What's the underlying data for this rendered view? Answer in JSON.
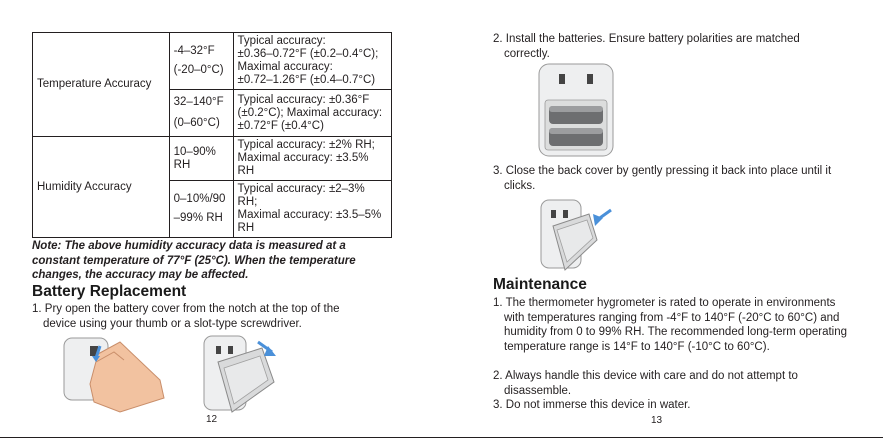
{
  "left_page": {
    "table": {
      "rows": [
        {
          "param": "Temperature Accuracy",
          "subrows": [
            {
              "range": [
                "-4–32°F",
                "(-20–0°C)"
              ],
              "accuracy": [
                "Typical accuracy:",
                "±0.36–0.72°F (±0.2–0.4°C);",
                "Maximal accuracy:",
                "±0.72–1.26°F (±0.4–0.7°C)"
              ]
            },
            {
              "range": [
                "32–140°F",
                "(0–60°C)"
              ],
              "accuracy": [
                "Typical accuracy: ±0.36°F",
                "(±0.2°C); Maximal accuracy:",
                "±0.72°F (±0.4°C)"
              ]
            }
          ]
        },
        {
          "param": "Humidity Accuracy",
          "subrows": [
            {
              "range": [
                "10–90%",
                "RH"
              ],
              "accuracy": [
                "Typical accuracy: ±2% RH;",
                "Maximal accuracy: ±3.5% RH"
              ]
            },
            {
              "range": [
                "0–10%/90",
                "–99% RH"
              ],
              "accuracy": [
                "Typical accuracy: ±2–3% RH;",
                "Maximal accuracy: ±3.5–5%",
                "RH"
              ]
            }
          ]
        }
      ]
    },
    "note": "Note: The above humidity accuracy data is measured at a constant temperature of 77°F (25°C). When the temperature changes, the accuracy may be affected.",
    "heading": "Battery Replacement",
    "step1": "1. Pry open the battery cover from the notch at the top of the device using your thumb or a slot-type screwdriver.",
    "page_number": "12"
  },
  "right_page": {
    "step2": "2. Install the batteries. Ensure battery polarities are matched correctly.",
    "step3": "3. Close the back cover by gently pressing it back into place until it clicks.",
    "heading": "Maintenance",
    "items": [
      "1. The thermometer hygrometer is rated to operate in environments with temperatures ranging from -4°F to 140°F (-20°C to 60°C) and humidity from 0 to 99% RH. The recommended long-term operating temperature range is 14°F to 140°F (-10°C to 60°C).",
      "2. Always handle this device with care and do not attempt to disassemble.",
      "3. Do not immerse this device in water."
    ],
    "page_number": "13"
  },
  "colors": {
    "text": "#231f20",
    "device": "#e6e7e8",
    "arrow": "#4a90d9",
    "skin": "#f2c2a0"
  }
}
